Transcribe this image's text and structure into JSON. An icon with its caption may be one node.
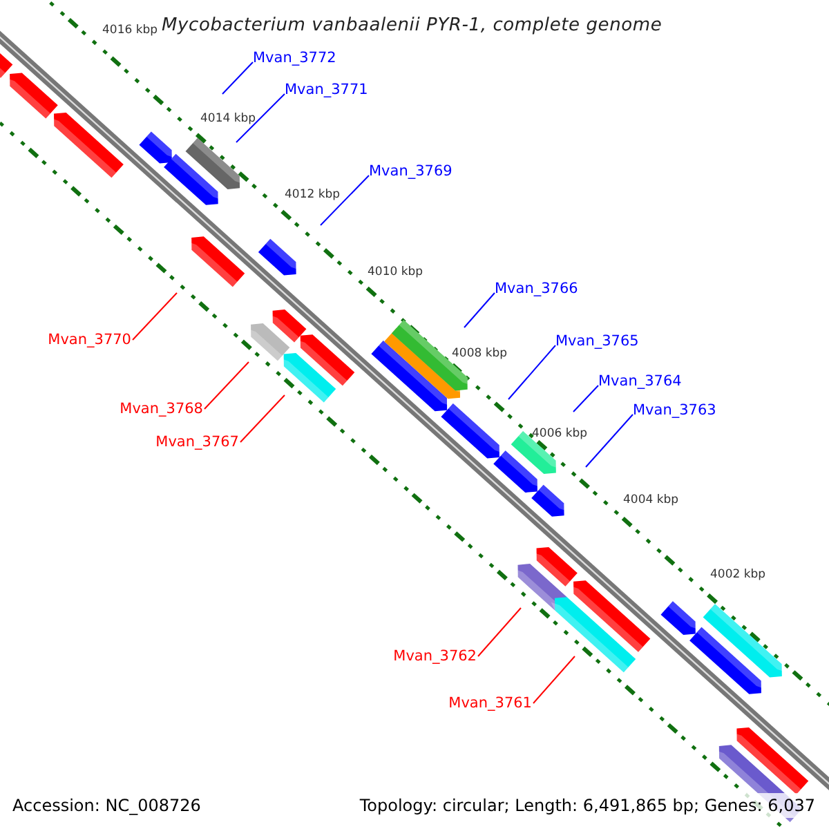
{
  "diagram": {
    "title": "Mycobacterium vanbaalenii PYR-1, complete genome",
    "nodes": [
      {
        "text": [
          "Mvan_3772"
        ]
      },
      {
        "text": [
          "Mvan_3771"
        ]
      },
      {
        "text": [
          "Mvan_3769"
        ]
      },
      {
        "text": [
          "Mvan_3770"
        ]
      },
      {
        "text": [
          "Mvan_3766"
        ]
      },
      {
        "text": [
          "Mvan_3765"
        ]
      },
      {
        "text": [
          "Mvan_3764"
        ]
      },
      {
        "text": [
          "Mvan_3768"
        ]
      },
      {
        "text": [
          "Mvan_3763"
        ]
      },
      {
        "text": [
          "Mvan_3767"
        ]
      },
      {
        "text": [
          "Mvan_3762"
        ]
      },
      {
        "text": [
          "Mvan_3761"
        ]
      }
    ],
    "edges": [
      {
        "from": 0,
        "to": null,
        "arrow": "none"
      },
      {
        "from": 1,
        "to": null,
        "arrow": "none"
      },
      {
        "from": 2,
        "to": null,
        "arrow": "none"
      },
      {
        "from": 3,
        "to": null,
        "arrow": "none",
        "color": "#ff0000"
      },
      {
        "from": 4,
        "to": null,
        "arrow": "none"
      },
      {
        "from": 5,
        "to": null,
        "arrow": "none"
      },
      {
        "from": 6,
        "to": null,
        "arrow": "none"
      },
      {
        "from": 7,
        "to": null,
        "arrow": "none",
        "color": "#ff0000"
      },
      {
        "from": 8,
        "to": null,
        "arrow": "none"
      },
      {
        "from": 9,
        "to": null,
        "arrow": "none",
        "color": "#ff0000"
      },
      {
        "from": 10,
        "to": null,
        "arrow": "none",
        "color": "#ff0000"
      },
      {
        "from": 11,
        "to": null,
        "arrow": "none",
        "color": "#ff0000"
      }
    ],
    "labels": [
      "4016 kbp",
      "4014 kbp",
      "4012 kbp",
      "4010 kbp",
      "4008 kbp",
      "4006 kbp",
      "4004 kbp",
      "4002 kbp",
      "Accession: NC_008726",
      "Topology: circular; Length: 6,491,865 bp; Genes: 6,037"
    ]
  }
}
